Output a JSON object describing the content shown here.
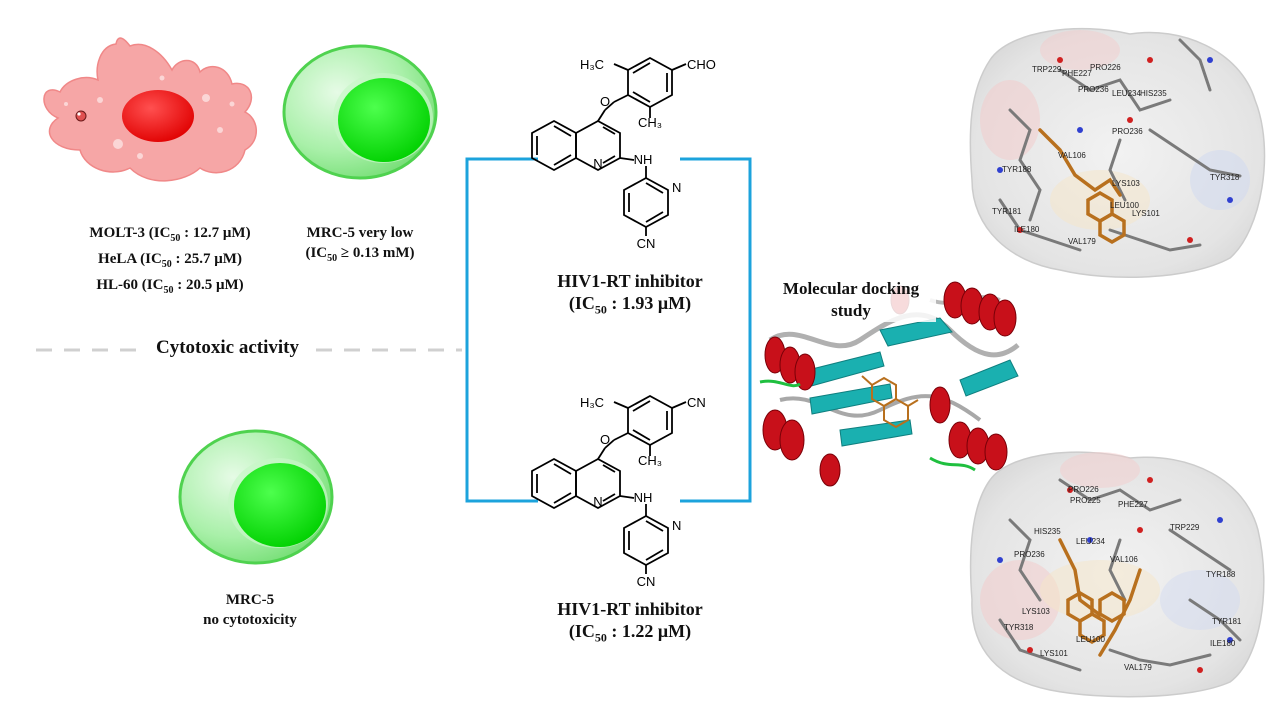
{
  "cells": {
    "cancer": {
      "lines": [
        {
          "name": "MOLT-3 (IC",
          "sub": "50",
          "value": " : 12.7 μM)"
        },
        {
          "name": "HeLA (IC",
          "sub": "50",
          "value": " : 25.7 μM)"
        },
        {
          "name": "HL-60 (IC",
          "sub": "50",
          "value": " : 20.5 μM)"
        }
      ],
      "colors": {
        "membrane": "#f4a6a6",
        "nucleus": "#ff0000"
      }
    },
    "normal_top": {
      "line1": "MRC-5 very low",
      "line2": "(IC",
      "line2_sub": "50",
      "line2_rest": " ≥ 0.13 mM)",
      "colors": {
        "membrane": "#7ee87e",
        "nucleus": "#00e000"
      }
    },
    "normal_bottom": {
      "line1": "MRC-5",
      "line2": "no cytotoxicity"
    }
  },
  "section_heading": "Cytotoxic activity",
  "compounds": [
    {
      "substituent": "CHO",
      "methyl_top": "H₃C",
      "methyl_bottom": "CH₃",
      "oxygen": "O",
      "nitrogen": "N",
      "amine": "NH",
      "pyridine_n": "N",
      "cyano": "CN",
      "label": "HIV1-RT inhibitor",
      "ic_prefix": "(IC",
      "ic_sub": "50",
      "ic_value": " : 1.93 μM)"
    },
    {
      "substituent": "CN",
      "methyl_top": "H₃C",
      "methyl_bottom": "CH₃",
      "oxygen": "O",
      "nitrogen": "N",
      "amine": "NH",
      "pyridine_n": "N",
      "cyano": "CN",
      "label": "HIV1-RT inhibitor",
      "ic_prefix": "(IC",
      "ic_sub": "50",
      "ic_value": " : 1.22 μM)"
    }
  ],
  "docking": {
    "title_line1": "Molecular docking",
    "title_line2": "study",
    "residues_top": [
      "TRP229",
      "PHE227",
      "PRO226",
      "PRO236",
      "LEU234",
      "HIS235",
      "PRO236",
      "VAL106",
      "TYR188",
      "TYR318",
      "LYS103",
      "LEU100",
      "LYS101",
      "TYR181",
      "ILE180",
      "VAL179"
    ],
    "residues_bottom": [
      "PRO226",
      "PRO225",
      "PHE227",
      "TRP229",
      "HIS235",
      "LEU234",
      "VAL106",
      "PRO236",
      "TYR188",
      "LYS103",
      "TYR318",
      "LEU100",
      "LYS101",
      "TYR181",
      "ILE180",
      "VAL179"
    ]
  },
  "colors": {
    "bracket": "#1ca3dc",
    "divider": "#d0d0d0",
    "helix": "#c8101a",
    "sheet": "#1ab0b0",
    "ligand": "#b8701e"
  }
}
